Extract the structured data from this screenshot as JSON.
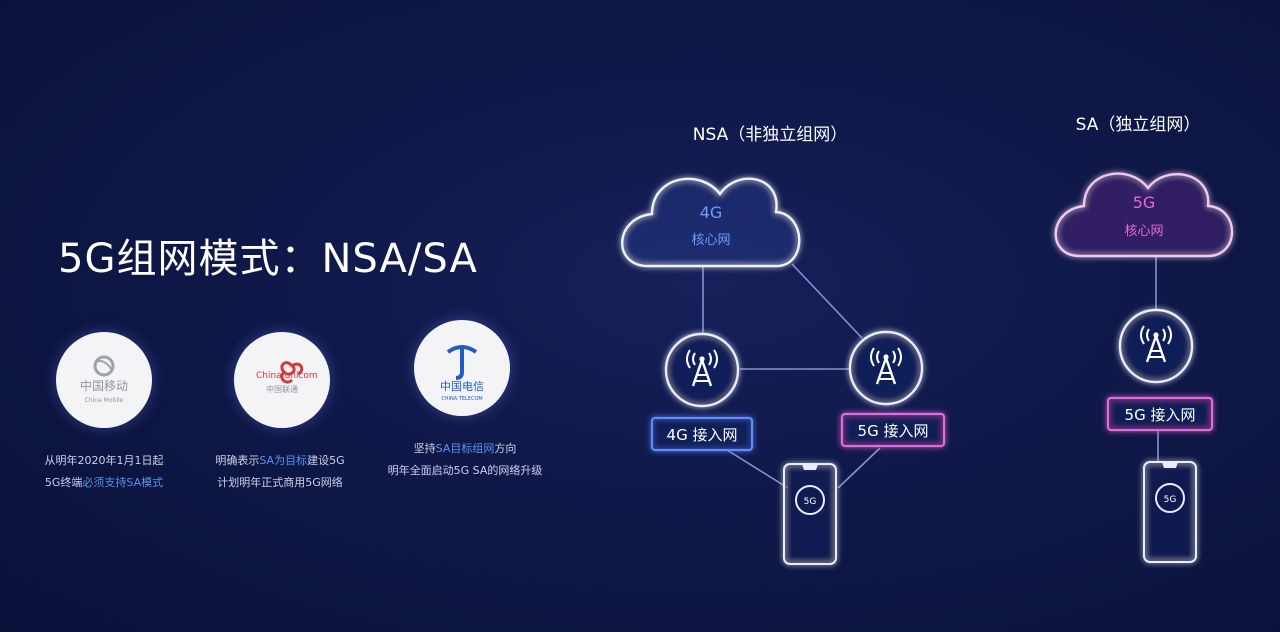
{
  "title": "5G组网模式：NSA/SA",
  "operators": [
    {
      "logo_line1": "中国移动",
      "logo_line2": "China Mobile",
      "line1": "从明年2020年1月1日起",
      "line2_pre": "5G终端",
      "line2_hl": "必须支持SA模式",
      "line2_post": ""
    },
    {
      "logo_line1": "China unicom",
      "logo_line2": "中国联通",
      "line1_pre": "明确表示",
      "line1_hl": "SA为目标",
      "line1_post": "建设5G",
      "line2": "计划明年正式商用5G网络"
    },
    {
      "logo_line1": "中国电信",
      "logo_line2": "CHINA TELECOM",
      "line1_pre": "坚持",
      "line1_hl": "SA目标组网",
      "line1_post": "方向",
      "line2": "明年全面启动5G SA的网络升级"
    }
  ],
  "nsa": {
    "heading": "NSA（非独立组网）",
    "cloud_line1": "4G",
    "cloud_line2": "核心网",
    "access_4g": "4G 接入网",
    "access_5g": "5G 接入网",
    "phone_badge": "5G"
  },
  "sa": {
    "heading": "SA（独立组网）",
    "cloud_line1": "5G",
    "cloud_line2": "核心网",
    "access_5g": "5G 接入网",
    "phone_badge": "5G"
  },
  "colors": {
    "background": "#0f1848",
    "nsa_accent": "#5b8cff",
    "sa_accent": "#e46ad8",
    "link_line": "#9aa8e8",
    "highlight_text": "#62a0ff"
  }
}
